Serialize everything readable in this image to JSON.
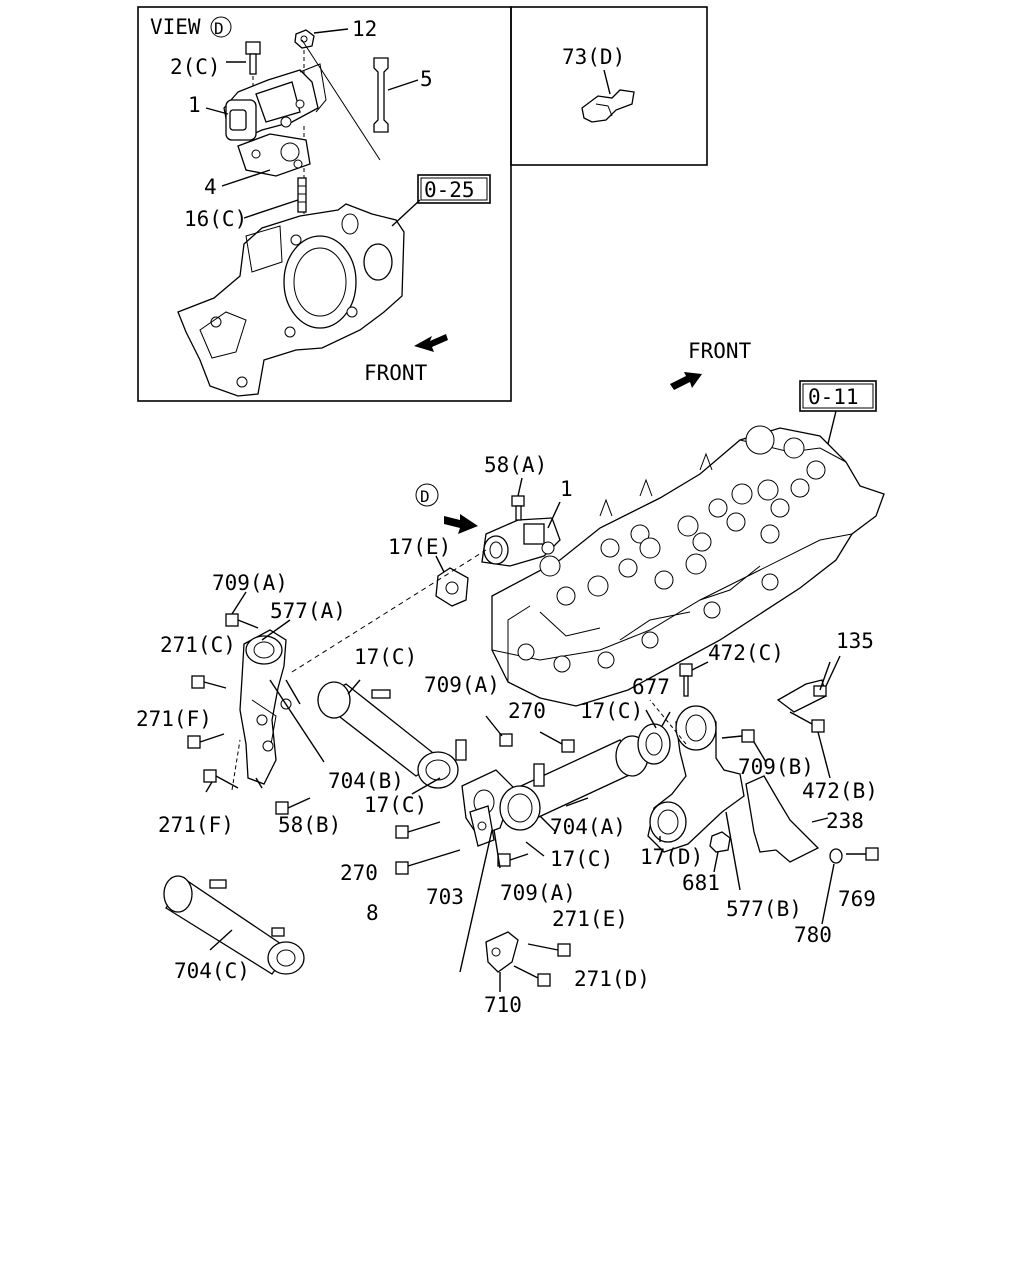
{
  "view": {
    "title": "VIEW",
    "id": "D"
  },
  "refs": {
    "inset": "0-25",
    "main": "0-11"
  },
  "front": {
    "inset": "FRONT",
    "main": "FRONT"
  },
  "inset_labels": {
    "l12": "12",
    "l2c": "2(C)",
    "l5": "5",
    "l1": "1",
    "l4": "4",
    "l16c": "16(C)"
  },
  "side_label": {
    "l73d": "73(D)"
  },
  "labels": {
    "l58a": "58(A)",
    "view_marker": "D",
    "l1": "1",
    "l17e": "17(E)",
    "l709a_top": "709(A)",
    "l577a": "577(A)",
    "l271c": "271(C)",
    "l271f_top": "271(F)",
    "l17c_left": "17(C)",
    "l709a_mid": "709(A)",
    "l270_top": "270",
    "l17c_mid": "17(C)",
    "l677": "677",
    "l472c": "472(C)",
    "l135": "135",
    "l704b": "704(B)",
    "l709b": "709(B)",
    "l472b": "472(B)",
    "l17c_low": "17(C)",
    "l704a": "704(A)",
    "l271f_low": "271(F)",
    "l58b": "58(B)",
    "l238": "238",
    "l17c_right": "17(C)",
    "l17d": "17(D)",
    "l270_low": "270",
    "l681": "681",
    "l769": "769",
    "l703": "703",
    "l709a_low": "709(A)",
    "l577b": "577(B)",
    "l8": "8",
    "l780": "780",
    "l271e": "271(E)",
    "l704c": "704(C)",
    "l271d": "271(D)",
    "l710": "710"
  }
}
